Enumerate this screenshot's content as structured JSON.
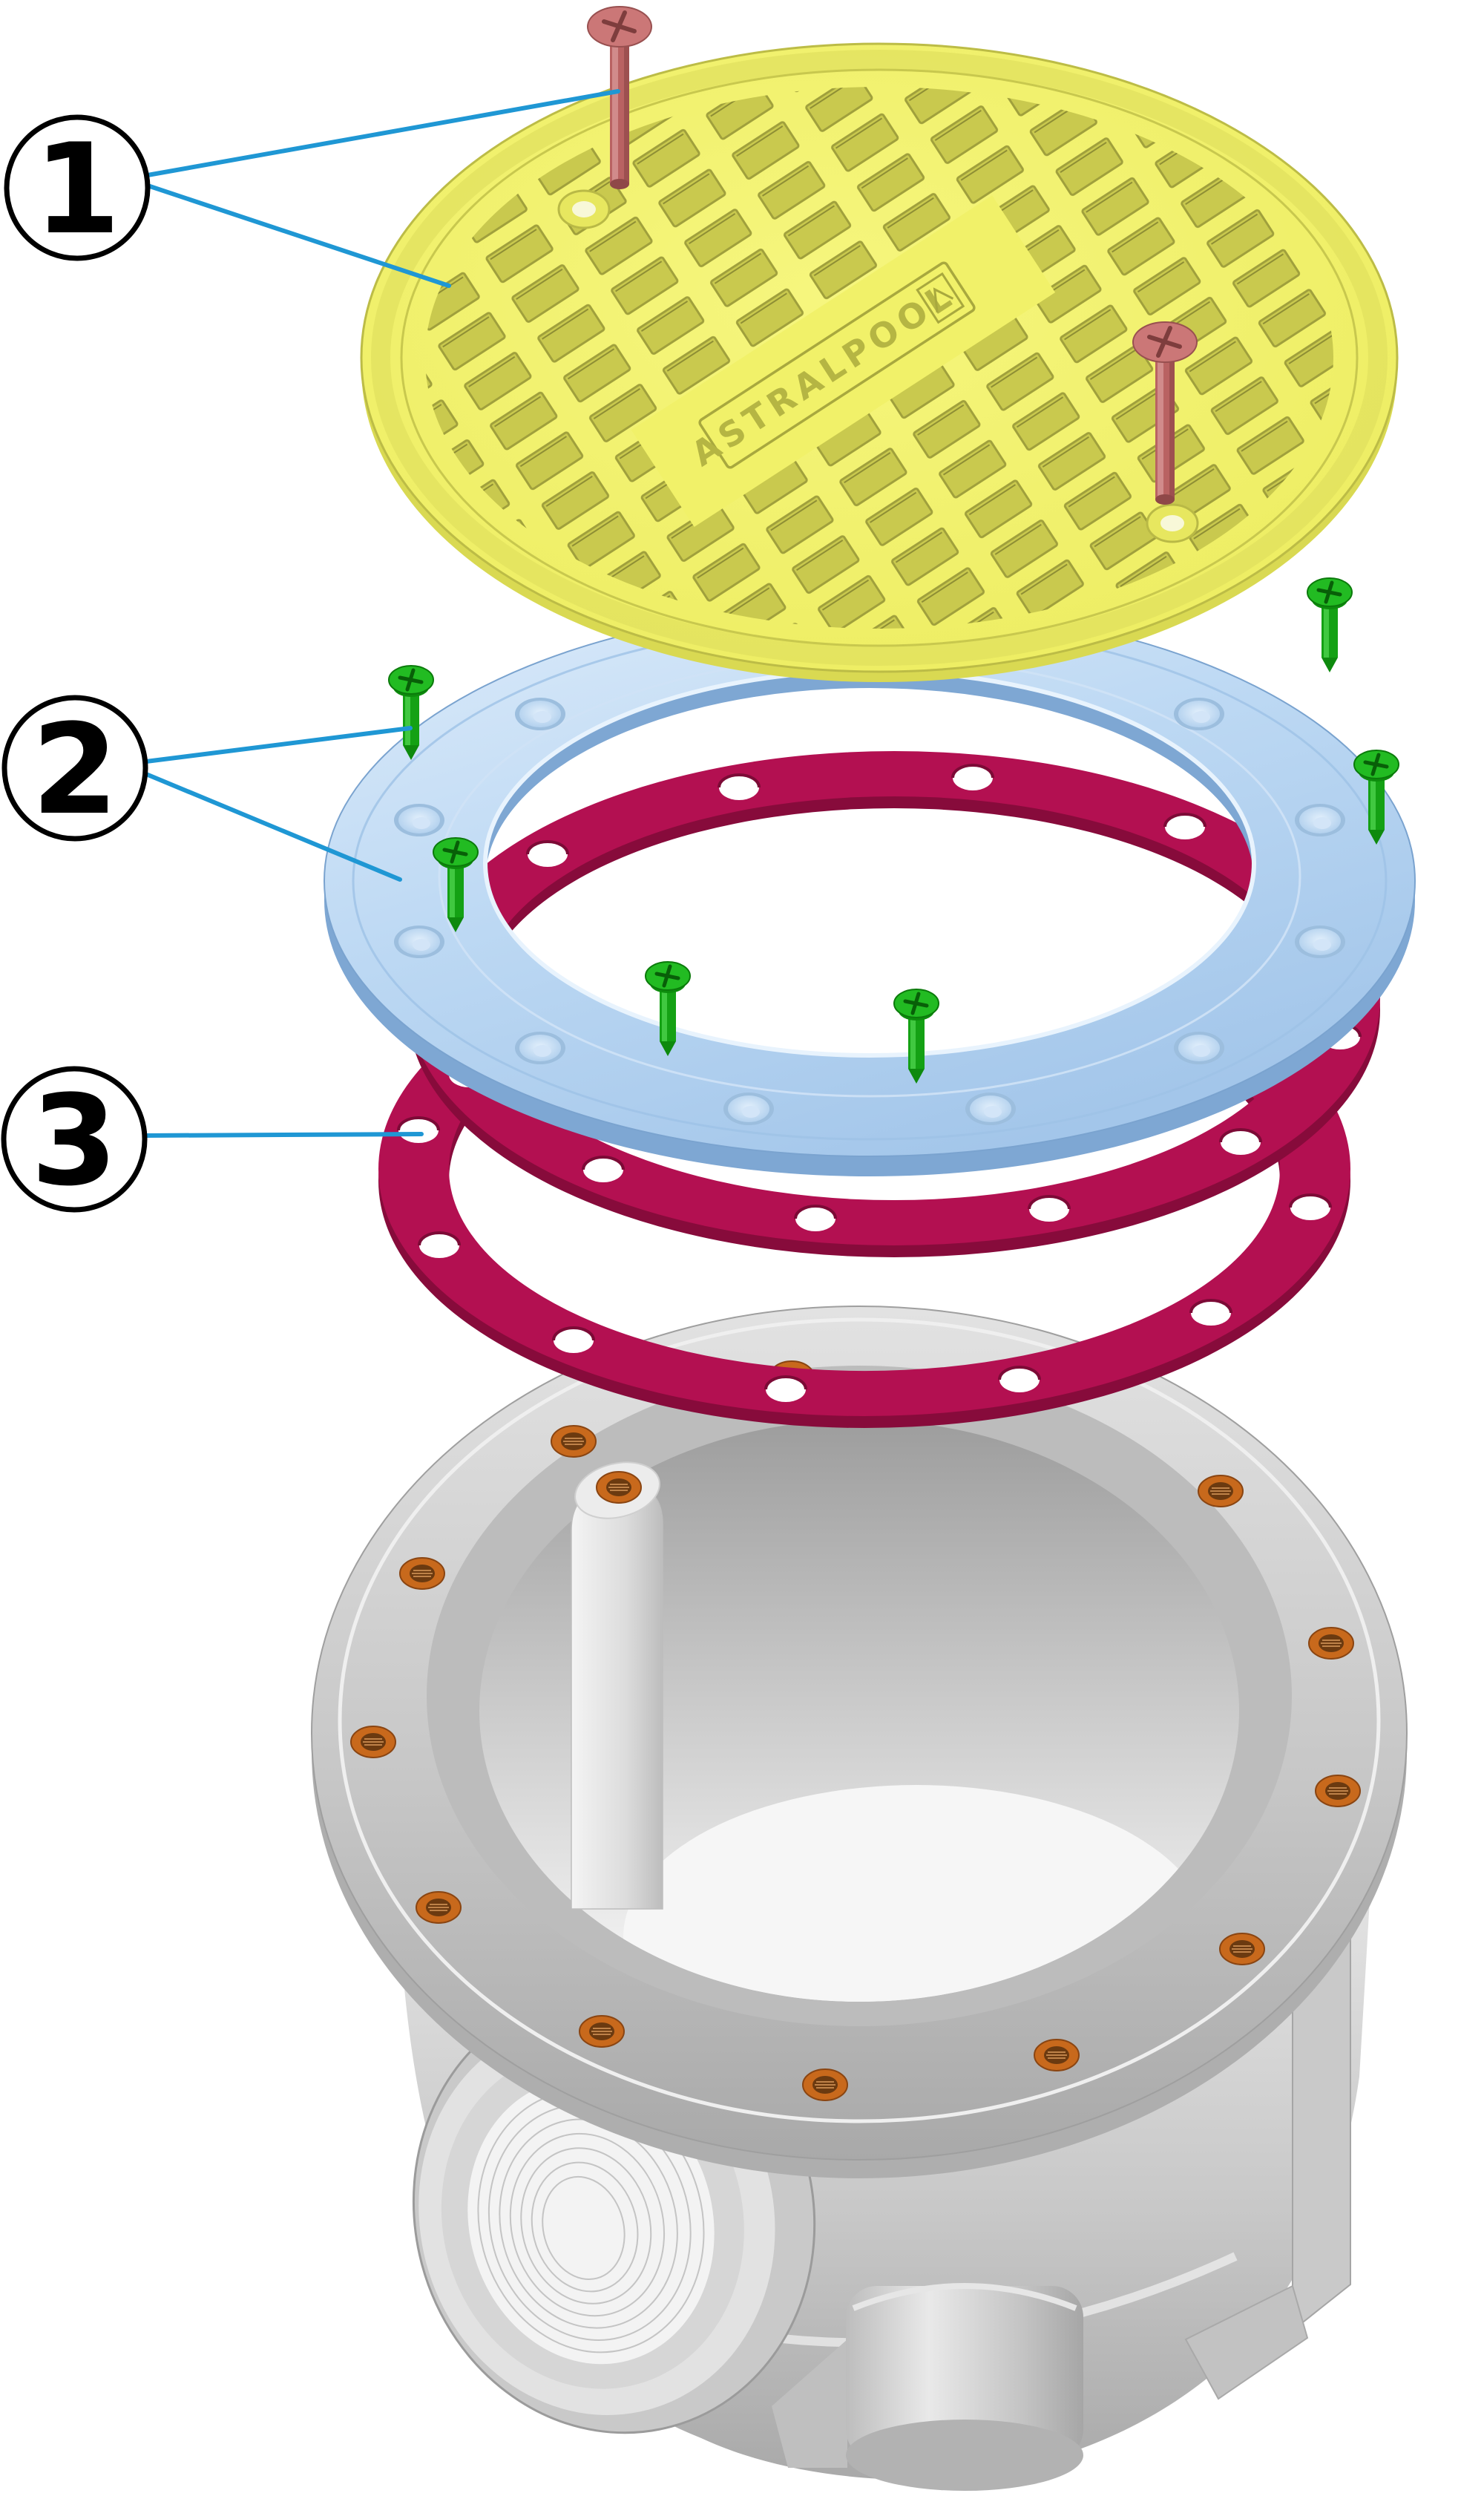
{
  "diagram": {
    "callouts": [
      {
        "number": "1"
      },
      {
        "number": "2"
      },
      {
        "number": "3"
      }
    ],
    "grate": {
      "logo_text": "ASTRALPOOL"
    },
    "colors": {
      "grate_yellow": "#f1f169",
      "grate_slot": "#c9c94e",
      "ring_blue": "#b7d4f0",
      "ring_blue_depth": "#7ea7d3",
      "gasket_crimson": "#b31051",
      "gasket_depth": "#870b3b",
      "body_gray": "#cfcfcf",
      "screw_green": "#1cb31c",
      "screw_red": "#c97272",
      "insert_orange": "#c8691c",
      "leader_blue": "#1f97d4",
      "callout_stroke": "#000000"
    }
  }
}
